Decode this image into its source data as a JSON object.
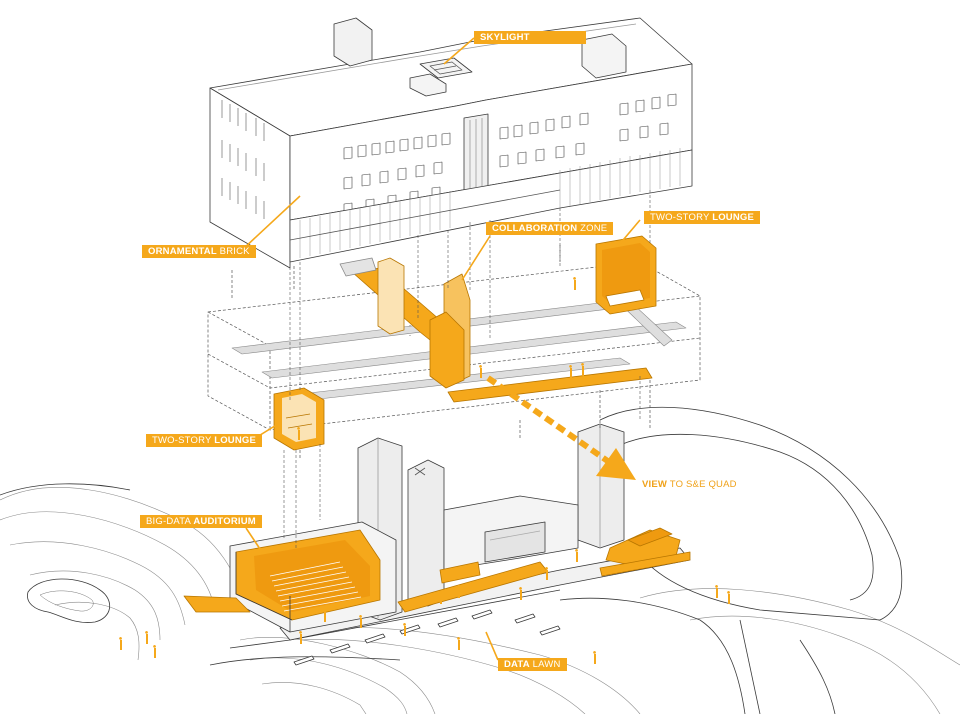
{
  "colors": {
    "accent": "#f5a81b",
    "accent_dark": "#e8961a",
    "line": "#3a3a3a",
    "wall": "#eeeeee",
    "wall_shade": "#d8d8d8",
    "background": "#ffffff"
  },
  "labels": {
    "skylight": {
      "strong": "SKYLIGHT",
      "light": ""
    },
    "ornamental_brick": {
      "strong": "ORNAMENTAL",
      "light": " BRICK"
    },
    "collaboration_zone": {
      "strong": "COLLABORATION",
      "light": " ZONE"
    },
    "lounge_upper": {
      "light": "TWO-STORY ",
      "strong": "LOUNGE"
    },
    "lounge_lower": {
      "light": "TWO-STORY ",
      "strong": "LOUNGE"
    },
    "auditorium": {
      "light": "BIG-DATA ",
      "strong": "AUDITORIUM"
    },
    "view": {
      "strong": "VIEW",
      "light": " TO S&E QUAD"
    },
    "data_lawn": {
      "strong": "DATA",
      "light": " LAWN"
    }
  }
}
